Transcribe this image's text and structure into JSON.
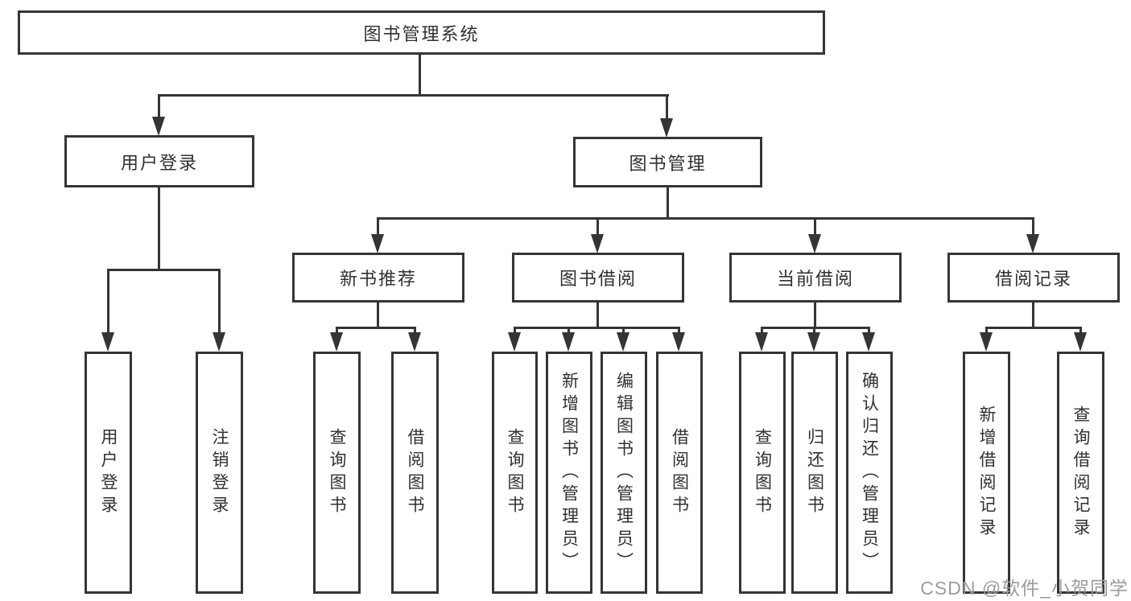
{
  "diagram": {
    "root": {
      "label": "图书管理系统"
    },
    "level2": [
      {
        "label": "用户登录"
      },
      {
        "label": "图书管理"
      }
    ],
    "level3": [
      {
        "label": "新书推荐"
      },
      {
        "label": "图书借阅"
      },
      {
        "label": "当前借阅"
      },
      {
        "label": "借阅记录"
      }
    ],
    "leaves": [
      {
        "label": "用户登录"
      },
      {
        "label": "注销登录"
      },
      {
        "label": "查询图书"
      },
      {
        "label": "借阅图书"
      },
      {
        "label": "查询图书"
      },
      {
        "label": "新增图书（管理员）"
      },
      {
        "label": "编辑图书（管理员）"
      },
      {
        "label": "借阅图书"
      },
      {
        "label": "查询图书"
      },
      {
        "label": "归还图书"
      },
      {
        "label": "确认归还（管理员）"
      },
      {
        "label": "新增借阅记录"
      },
      {
        "label": "查询借阅记录"
      }
    ]
  },
  "watermark": {
    "text": "CSDN @软件_小贺同学"
  },
  "colors": {
    "line": "#353535",
    "text": "#303030",
    "watermark": "#9b9b9b",
    "background": "#ffffff"
  }
}
